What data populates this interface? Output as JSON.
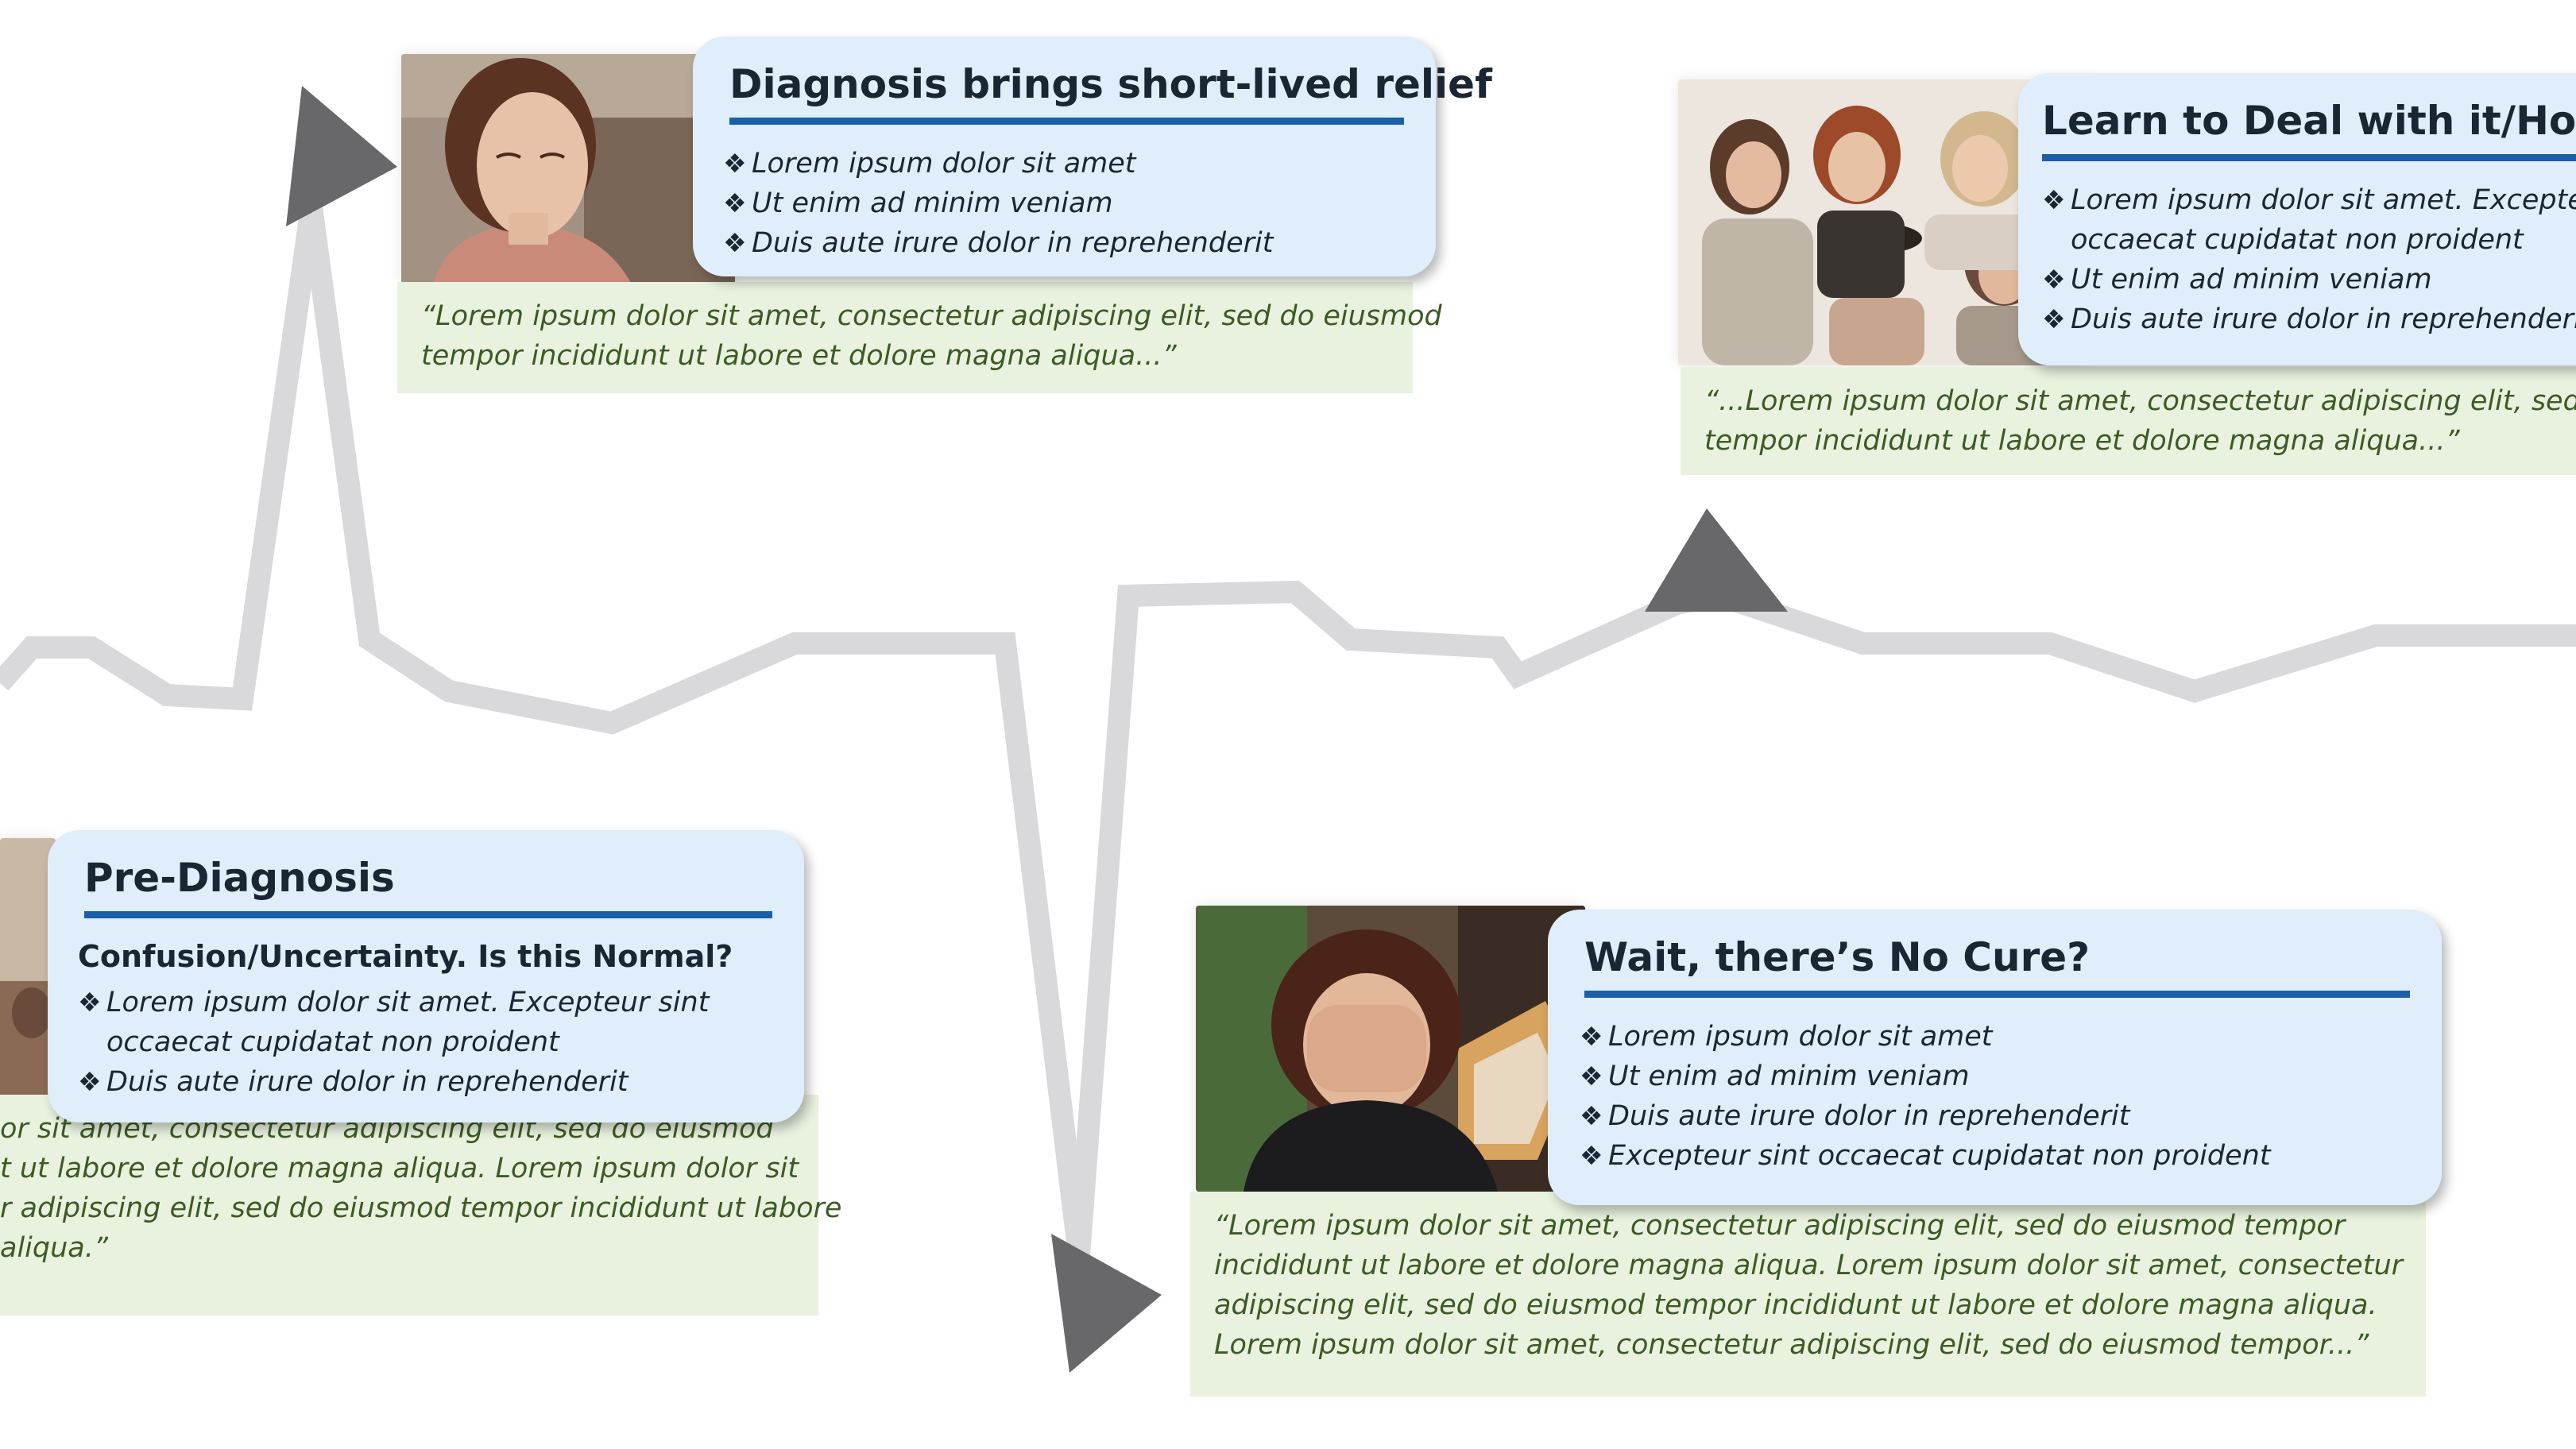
{
  "stages": {
    "pre_diagnosis": {
      "title": "Pre-Diagnosis",
      "subtitle": "Confusion/Uncertainty.  Is this Normal?",
      "bullets": [
        "Lorem ipsum dolor sit amet. Excepteur sint",
        "occaecat cupidatat non proident",
        "Duis aute irure dolor in reprehenderit"
      ],
      "quote_lines": [
        "or sit amet, consectetur adipiscing elit, sed do eiusmod",
        "t ut labore et dolore magna aliqua. Lorem ipsum dolor sit",
        "r adipiscing elit, sed do eiusmod tempor incididunt ut labore",
        "aliqua.”"
      ]
    },
    "diagnosis": {
      "title": "Diagnosis brings short-lived relief",
      "bullets": [
        "Lorem ipsum dolor sit amet",
        "Ut enim ad minim veniam",
        "Duis aute irure dolor in reprehenderit"
      ],
      "quote_lines": [
        "“Lorem ipsum dolor sit amet, consectetur adipiscing elit, sed do eiusmod",
        "tempor incididunt ut labore et dolore magna aliqua...”"
      ]
    },
    "no_cure": {
      "title": "Wait, there’s No Cure?",
      "bullets": [
        "Lorem ipsum dolor sit amet",
        "Ut enim ad minim veniam",
        "Duis aute irure dolor in reprehenderit",
        "Excepteur sint occaecat cupidatat non proident"
      ],
      "quote_lines": [
        "“Lorem ipsum dolor sit amet, consectetur adipiscing elit, sed do eiusmod tempor",
        "incididunt ut labore et dolore magna aliqua. Lorem ipsum dolor sit amet, consectetur",
        "adipiscing elit, sed do eiusmod tempor incididunt ut labore et dolore magna aliqua.",
        "Lorem ipsum dolor sit amet, consectetur adipiscing elit, sed do eiusmod tempor...”"
      ]
    },
    "hope": {
      "title": "Learn to Deal with it/Hope f",
      "bullets": [
        "Lorem ipsum dolor sit amet. Excepteu",
        "occaecat cupidatat non proident",
        "Ut enim ad minim veniam",
        "Duis aute irure dolor in reprehenderit"
      ],
      "quote_lines": [
        "“...Lorem ipsum dolor sit amet, consectetur adipiscing elit, sed do",
        "tempor incididunt ut labore et dolore magna aliqua...”"
      ]
    }
  },
  "colors": {
    "line": "#d9d9db",
    "arrow": "#68686b",
    "box_fill": "#dfeefa",
    "title_rule": "#1a5fa8",
    "quote_fill": "#e9f2df",
    "quote_text": "#3d5a24"
  },
  "icons": [
    "arrow-up-icon",
    "arrow-right-icon",
    "arrow-down-icon",
    "photo"
  ]
}
